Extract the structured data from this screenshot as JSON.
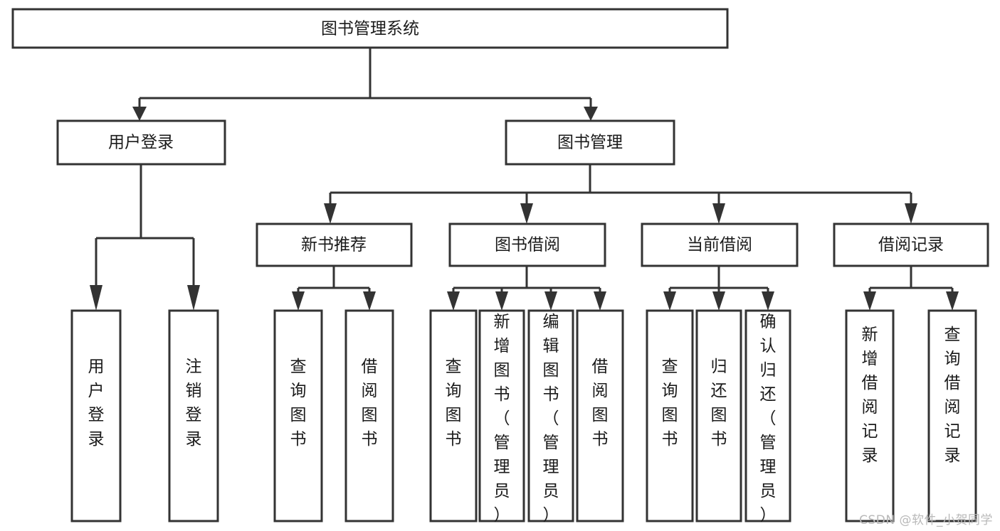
{
  "diagram": {
    "title": "图书管理系统",
    "type": "hierarchy-tree",
    "watermark": "CSDN @软件_小贺同学",
    "colors": {
      "stroke": "#333333",
      "fill": "#ffffff",
      "text": "#1a1a1a",
      "watermark": "#b9b9b9",
      "background": "#ffffff"
    },
    "levels": {
      "root": {
        "label": "图书管理系统"
      },
      "level2": [
        {
          "label": "用户登录"
        },
        {
          "label": "图书管理"
        }
      ],
      "level3": [
        {
          "label": "新书推荐"
        },
        {
          "label": "图书借阅"
        },
        {
          "label": "当前借阅"
        },
        {
          "label": "借阅记录"
        }
      ],
      "leaves_user_login": [
        {
          "label": "用户登录"
        },
        {
          "label": "注销登录"
        }
      ],
      "leaves_new_book": [
        {
          "label": "查询图书"
        },
        {
          "label": "借阅图书"
        }
      ],
      "leaves_book_borrow": [
        {
          "label": "查询图书"
        },
        {
          "label": "新增图书（管理员）"
        },
        {
          "label": "编辑图书（管理员）"
        },
        {
          "label": "借阅图书"
        }
      ],
      "leaves_current_borrow": [
        {
          "label": "查询图书"
        },
        {
          "label": "归还图书"
        },
        {
          "label": "确认归还（管理员）"
        }
      ],
      "leaves_borrow_record": [
        {
          "label": "新增借阅记录"
        },
        {
          "label": "查询借阅记录"
        }
      ]
    }
  }
}
